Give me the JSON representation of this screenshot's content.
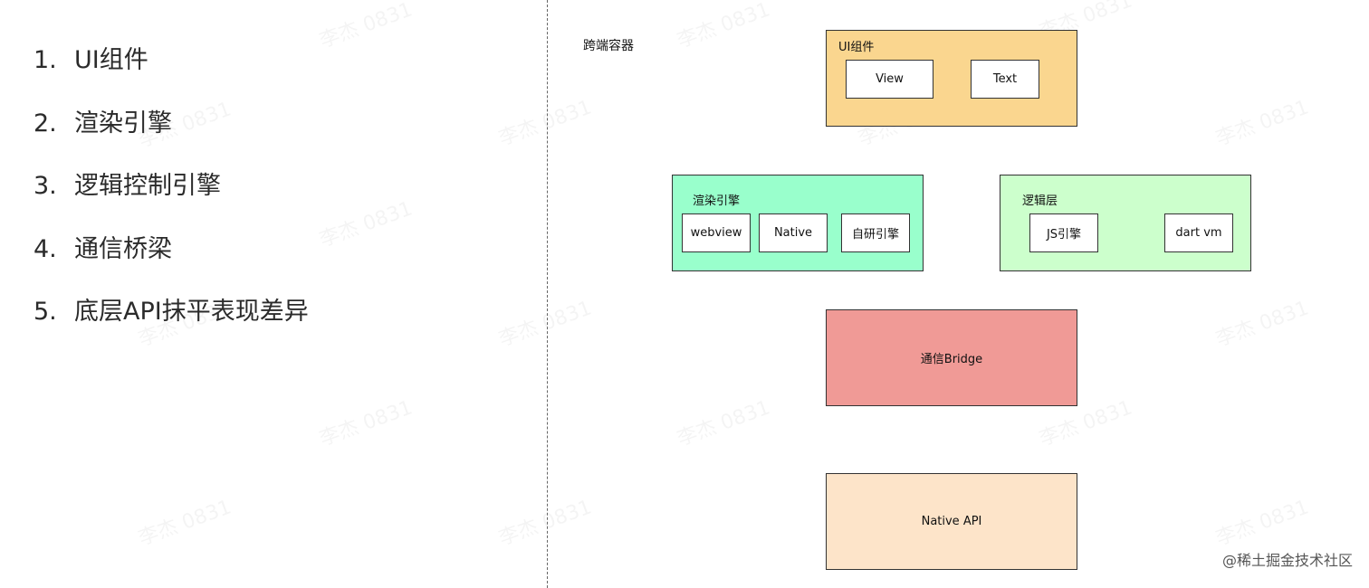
{
  "list": [
    {
      "num": "1.",
      "text": "UI组件"
    },
    {
      "num": "2.",
      "text": "渲染引擎"
    },
    {
      "num": "3.",
      "text": "逻辑控制引擎"
    },
    {
      "num": "4.",
      "text": "通信桥梁"
    },
    {
      "num": "5.",
      "text": "底层API抹平表现差异"
    }
  ],
  "diagram": {
    "container_label": "跨端容器",
    "ui": {
      "title": "UI组件",
      "items": [
        "View",
        "Text"
      ],
      "color": "#fad68f"
    },
    "render": {
      "title": "渲染引擎",
      "items": [
        "webview",
        "Native",
        "自研引擎"
      ],
      "color": "#99ffcc"
    },
    "logic": {
      "title": "逻辑层",
      "items": [
        "JS引擎",
        "dart vm"
      ],
      "color": "#ccffcc"
    },
    "bridge": {
      "label": "通信Bridge",
      "color": "#f09a96"
    },
    "native_api": {
      "label": "Native API",
      "color": "#fde4c9"
    }
  },
  "watermark": "李杰 0831",
  "credit": "@稀土掘金技术社区"
}
